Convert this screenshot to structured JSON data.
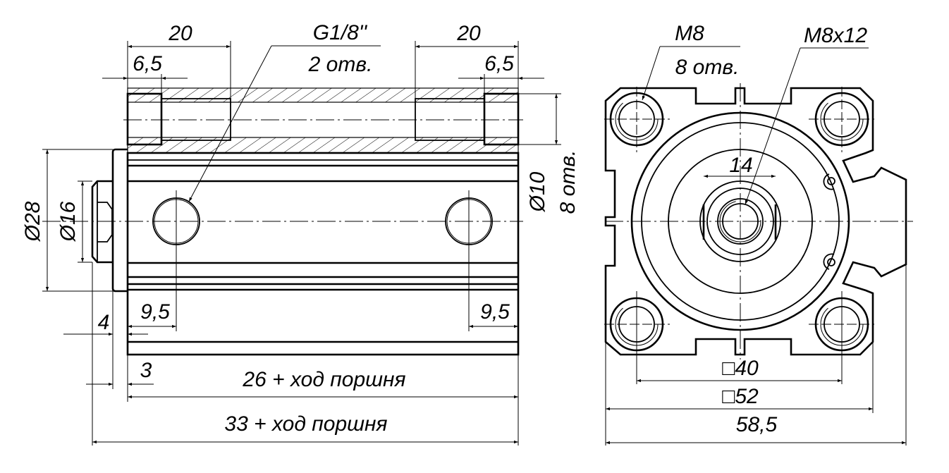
{
  "side_view": {
    "dim_port_length_left": "20",
    "dim_counterbore_left": "6,5",
    "port_thread": "G1/8''",
    "port_count": "2 отв.",
    "dim_port_length_right": "20",
    "dim_counterbore_right": "6,5",
    "dim_bore_dia": "Ø10",
    "bore_count": "8 отв.",
    "dim_flange_dia": "Ø28",
    "dim_rod_dia": "Ø16",
    "dim_port_offset_left": "9,5",
    "dim_port_offset_right": "9,5",
    "dim_flange_thickness": "4",
    "dim_rod_end": "3",
    "dim_body_length": "26 + ход поршня",
    "dim_total_length": "33 + ход поршня"
  },
  "front_view": {
    "mount_thread": "M8",
    "mount_count": "8 отв.",
    "rod_thread": "M8x12",
    "dim_rod_flats": "14",
    "dim_bolt_square": "□40",
    "dim_body_square": "□52",
    "dim_total_width": "58,5"
  }
}
